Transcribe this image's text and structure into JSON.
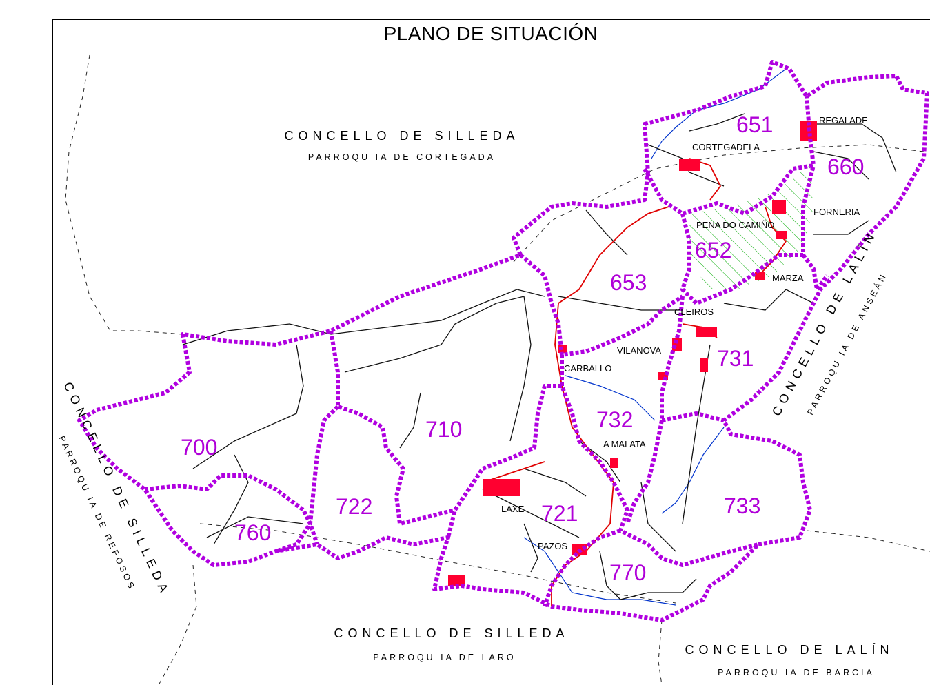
{
  "map": {
    "title": "PLANO DE SITUACIÓN",
    "colors": {
      "zone_boundary": "#b000e0",
      "zone_label": "#b000d8",
      "road_main": "#e00000",
      "river": "#0033cc",
      "hatch": "#00aa00"
    },
    "neighbours": {
      "north": {
        "concello": "CONCELLO DE SILLEDA",
        "parroquia": "PARROQU IA DE CORTEGADA"
      },
      "west": {
        "concello": "CONCELLO DE SILLEDA",
        "parroquia": "PARROQU IA DE REFOSOS"
      },
      "south": {
        "concello": "CONCELLO DE SILLEDA",
        "parroquia": "PARROQU IA DE LARO"
      },
      "east": {
        "concello": "CONCELLO DE LALÍN",
        "parroquia": "PARROQU IA DE ANSEÁN"
      },
      "southeast": {
        "concello": "CONCELLO DE LALÍN",
        "parroquia": "PARROQU IA DE BARCIA"
      }
    },
    "zones": {
      "z651": "651",
      "z660": "660",
      "z652": "652",
      "z653": "653",
      "z731": "731",
      "z732": "732",
      "z710": "710",
      "z700": "700",
      "z722": "722",
      "z721": "721",
      "z733": "733",
      "z760": "760",
      "z770": "770"
    },
    "places": {
      "regalade": "REGALADE",
      "cortegadela": "CORTEGADELA",
      "forneria": "FORNERIA",
      "pena_do_camino": "PENA DO CAMIÑO",
      "marza": "MARZA",
      "cleiros": "CLEIROS",
      "vilanova": "VILANOVA",
      "carballo": "CARBALLO",
      "a_malata": "A MALATA",
      "laxe": "LAXE",
      "pazos": "PAZOS"
    }
  }
}
